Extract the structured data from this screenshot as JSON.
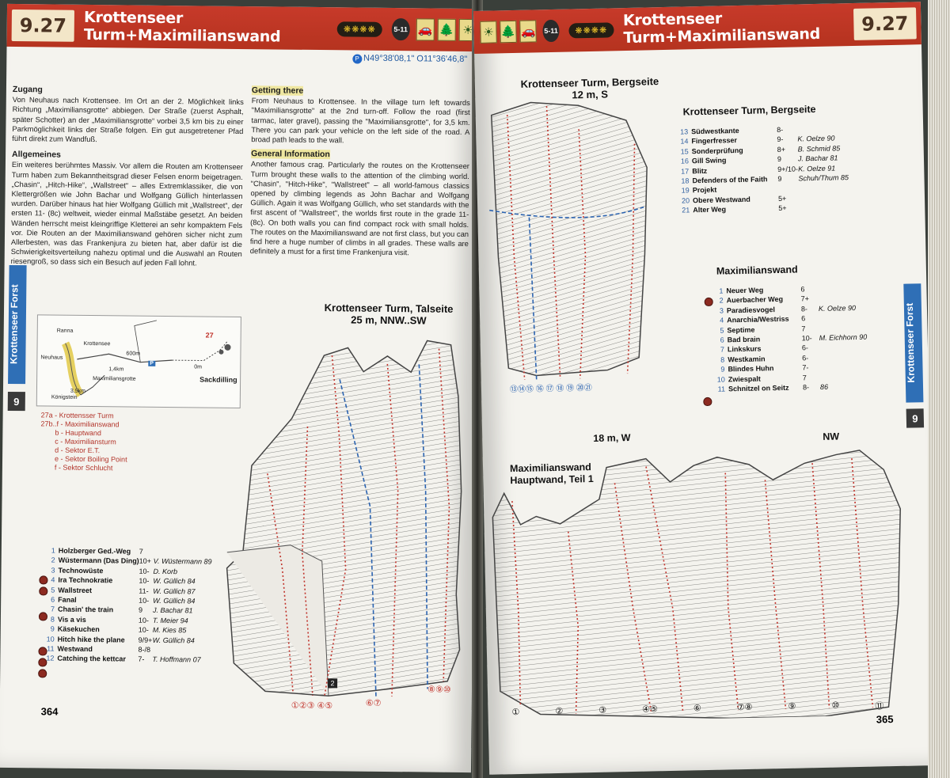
{
  "left": {
    "section": "9.27",
    "title": "Krottenseer Turm+Maximilianswand",
    "stars": "❋❋❋❋",
    "badge": "5-11",
    "coords": "N49°38'08,1\"  O11°36'46,8\"",
    "de": {
      "zugang_h": "Zugang",
      "zugang": "Von Neuhaus nach Krottensee. Im Ort an der 2. Möglichkeit links Richtung „Maximiliansgrotte“ abbiegen. Der Straße (zuerst Asphalt, später Schotter) an der „Maximiliansgrotte“ vorbei 3,5 km bis zu einer Parkmöglichkeit links der Straße folgen. Ein gut ausgetretener Pfad führt direkt zum Wandfuß.",
      "allg_h": "Allgemeines",
      "allg": "Ein weiteres berühmtes Massiv. Vor allem die Routen am Krottenseer Turm haben zum Bekanntheitsgrad dieser Felsen enorm beigetragen. „Chasin“, „Hitch-Hike“, „Wallstreet“ – alles Extremklassiker, die von Klettergrößen wie John Bachar und Wolfgang Güllich hinterlassen wurden. Darüber hinaus hat hier Wolfgang Güllich mit „Wallstreet“, der ersten 11- (8c) weltweit, wieder einmal Maßstäbe gesetzt. An beiden Wänden herrscht meist kleingriffige Kletterei an sehr kompaktem Fels vor. Die Routen an der Maximilianswand gehören sicher nicht zum Allerbesten, was das Frankenjura zu bieten hat, aber dafür ist die Schwierigkeitsverteilung nahezu optimal und die Auswahl an Routen riesengroß, so dass sich ein Besuch auf jeden Fall lohnt."
    },
    "en": {
      "getting_h": "Getting there",
      "getting": "From Neuhaus to Krottensee. In the village turn left towards \"Maximiliansgrotte\" at the 2nd turn-off. Follow the road (first tarmac, later gravel), passing the \"Maximiliansgrotte\", for 3,5 km. There you can park your vehicle on the left side of the road. A broad path leads to the wall.",
      "general_h": "General Information",
      "general": "Another famous crag. Particularly the routes on the Krottenseer Turm brought these walls to the attention of the climbing world. \"Chasin\", \"Hitch-Hike\", \"Wallstreet\" – all world-famous classics opened by climbing legends as John Bachar and Wolfgang Güllich. Again it was Wolfgang Güllich, who set standards with the first ascent of \"Wallstreet\", the worlds first route in the grade 11- (8c). On both walls you can find compact rock with small holds. The routes on the Maximilianswand are not first class, but you can find here a huge number of climbs in all grades. These walls are definitely a must for a first time Frankenjura visit."
    },
    "map": {
      "ranna": "Ranna",
      "krottensee": "Krottensee",
      "neuhaus": "Neuhaus",
      "maxgrotte": "Maximiliansgrotte",
      "koenigstein": "Königstein",
      "sackdilling": "Sackdilling",
      "d14": "1,4km",
      "d35": "3,5km",
      "d600": "600m",
      "d0": "0m",
      "n27": "27",
      "p": "P"
    },
    "sectors": [
      "27a - Krottensser Turm",
      "27b..f - Maximilianswand",
      "b - Hauptwand",
      "c - Maximiliansturm",
      "d - Sektor E.T.",
      "e - Sektor Boiling Point",
      "f - Sektor Schlucht"
    ],
    "side_label": "Krottenseer Forst",
    "side_num": "9",
    "topo_title": "Krottenseer Turm, Talseite",
    "topo_sub": "25 m, NNW..SW",
    "topo_marker": "2",
    "routes": [
      {
        "n": "1",
        "name": "Holzberger Ged.-Weg",
        "grade": "7",
        "fa": ""
      },
      {
        "n": "2",
        "name": "Wüstermann (Das Ding)",
        "grade": "10+",
        "fa": "V. Wüstermann 89"
      },
      {
        "n": "3",
        "name": "Technowüste",
        "grade": "10-",
        "fa": "D. Korb"
      },
      {
        "n": "4",
        "name": "Ira Technokratie",
        "grade": "10-",
        "fa": "W. Güllich 84"
      },
      {
        "n": "5",
        "name": "Wallstreet",
        "grade": "11-",
        "fa": "W. Güllich 87"
      },
      {
        "n": "6",
        "name": "Fanal",
        "grade": "10-",
        "fa": "W. Güllich 84"
      },
      {
        "n": "7",
        "name": "Chasin' the train",
        "grade": "9",
        "fa": "J. Bachar 81"
      },
      {
        "n": "8",
        "name": "Vis a vis",
        "grade": "10-",
        "fa": "T. Meier 94"
      },
      {
        "n": "9",
        "name": "Käsekuchen",
        "grade": "10-",
        "fa": "M. Kies 85"
      },
      {
        "n": "10",
        "name": "Hitch hike the plane",
        "grade": "9/9+",
        "fa": "W. Güllich 84"
      },
      {
        "n": "11",
        "name": "Westwand",
        "grade": "8-/8",
        "fa": ""
      },
      {
        "n": "12",
        "name": "Catching the kettcar",
        "grade": "7-",
        "fa": "T. Hoffmann 07"
      }
    ],
    "route_numbers_bottom": "①②③ ④⑤",
    "route_numbers_mid": "⑥⑦",
    "route_numbers_right": "⑧⑨⑩",
    "page": "364"
  },
  "right": {
    "section": "9.27",
    "title": "Krottenseer Turm+Maximilianswand",
    "stars": "❋❋❋❋",
    "badge": "5-11",
    "side_label": "Krottenseer Forst",
    "side_num": "9",
    "topo1_title": "Krottenseer Turm, Bergseite",
    "topo1_sub": "12 m, S",
    "list1_title": "Krottenseer Turm, Bergseite",
    "routes1": [
      {
        "n": "13",
        "name": "Südwestkante",
        "grade": "8-",
        "fa": ""
      },
      {
        "n": "14",
        "name": "Fingerfresser",
        "grade": "9-",
        "fa": "K. Oelze 90"
      },
      {
        "n": "15",
        "name": "Sonderprüfung",
        "grade": "8+",
        "fa": "B. Schmid 85"
      },
      {
        "n": "16",
        "name": "Gill Swing",
        "grade": "9",
        "fa": "J. Bachar 81"
      },
      {
        "n": "17",
        "name": "Blitz",
        "grade": "9+/10-",
        "fa": "K. Oelze 91"
      },
      {
        "n": "18",
        "name": "Defenders of the Faith",
        "grade": "9",
        "fa": "Schuh/Thum 85"
      },
      {
        "n": "19",
        "name": "Projekt",
        "grade": "",
        "fa": ""
      },
      {
        "n": "20",
        "name": "Obere Westwand",
        "grade": "5+",
        "fa": ""
      },
      {
        "n": "21",
        "name": "Alter Weg",
        "grade": "5+",
        "fa": ""
      }
    ],
    "list2_title": "Maximilianswand",
    "routes2": [
      {
        "n": "1",
        "name": "Neuer Weg",
        "grade": "6",
        "fa": ""
      },
      {
        "n": "2",
        "name": "Auerbacher Weg",
        "grade": "7+",
        "fa": ""
      },
      {
        "n": "3",
        "name": "Paradiesvogel",
        "grade": "8-",
        "fa": "K. Oelze 90"
      },
      {
        "n": "4",
        "name": "Anarchia/Westriss",
        "grade": "6",
        "fa": ""
      },
      {
        "n": "5",
        "name": "Septime",
        "grade": "7",
        "fa": ""
      },
      {
        "n": "6",
        "name": "Bad brain",
        "grade": "10-",
        "fa": "M. Eichhorn 90"
      },
      {
        "n": "7",
        "name": "Linkskurs",
        "grade": "6-",
        "fa": ""
      },
      {
        "n": "8",
        "name": "Westkamin",
        "grade": "6-",
        "fa": ""
      },
      {
        "n": "9",
        "name": "Blindes Huhn",
        "grade": "7-",
        "fa": ""
      },
      {
        "n": "10",
        "name": "Zwiespalt",
        "grade": "7",
        "fa": ""
      },
      {
        "n": "11",
        "name": "Schnitzel on Seitz",
        "grade": "8-",
        "fa": "86"
      }
    ],
    "topo2_dir1": "18 m, W",
    "topo2_dir2": "NW",
    "topo2_title": "Maximilianswand",
    "topo2_sub": "Hauptwand, Teil 1",
    "page": "365",
    "bottom_numbers": [
      "①",
      "②",
      "③",
      "④⑤",
      "⑥",
      "⑦⑧",
      "⑨",
      "⑩",
      "⑪"
    ],
    "topo1_numbers": "⑬⑭⑮ ⑯ ⑰ ⑱ ⑲ ⑳㉑"
  },
  "colors": {
    "header": "#b5331f",
    "tab": "#2f6fb6",
    "route_red": "#c0322a",
    "route_blue": "#2b63b0"
  }
}
